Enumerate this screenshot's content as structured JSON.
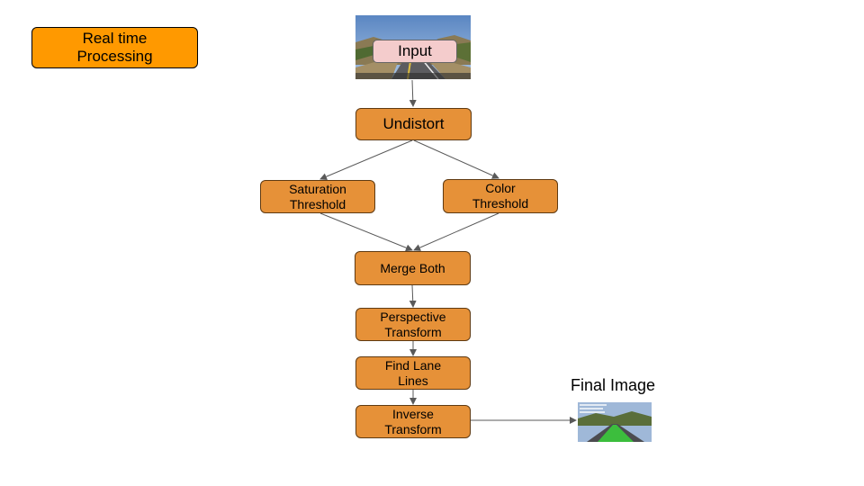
{
  "diagram": {
    "title": "Real time\nProcessing",
    "nodes": {
      "input": "Input",
      "undistort": "Undistort",
      "saturation": "Saturation\nThreshold",
      "color": "Color\nThreshold",
      "merge": "Merge Both",
      "perspective": "Perspective\nTransform",
      "find_lanes": "Find Lane\nLines",
      "inverse": "Inverse\nTransform"
    },
    "final_label": "Final Image",
    "colors": {
      "title_fill": "#ff9900",
      "node_fill": "#e69138",
      "input_label_fill": "#f4cccc",
      "arrow": "#595959"
    },
    "edges": [
      [
        "input",
        "undistort"
      ],
      [
        "undistort",
        "saturation"
      ],
      [
        "undistort",
        "color"
      ],
      [
        "saturation",
        "merge"
      ],
      [
        "color",
        "merge"
      ],
      [
        "merge",
        "perspective"
      ],
      [
        "perspective",
        "find_lanes"
      ],
      [
        "find_lanes",
        "inverse"
      ],
      [
        "inverse",
        "final_image"
      ]
    ]
  }
}
